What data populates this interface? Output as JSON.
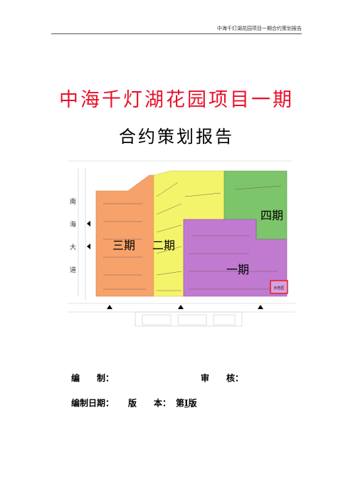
{
  "header": {
    "text": "中海千灯湖花园项目一期合约策划报告"
  },
  "title": {
    "line1": "中海千灯湖花园项目一期",
    "line2": "合约策划报告"
  },
  "map": {
    "colors": {
      "orange": "#f7a26a",
      "yellow": "#f4f46a",
      "green": "#7cc56a",
      "purple": "#c07ad0",
      "red": "#e02020"
    },
    "phases": {
      "p1": "一期",
      "p2": "二期",
      "p3": "三期",
      "p4": "四期"
    },
    "road_left_chars": [
      "南",
      "海",
      "大",
      "道"
    ],
    "corner_label": "示范区"
  },
  "form": {
    "editor_label": "编　　制：",
    "reviewer_label": "审　　核：",
    "date_label": "编制日期：",
    "version_label": "版　　本：",
    "version_value_prefix": "第",
    "version_value_num": "I",
    "version_value_suffix": "版"
  }
}
